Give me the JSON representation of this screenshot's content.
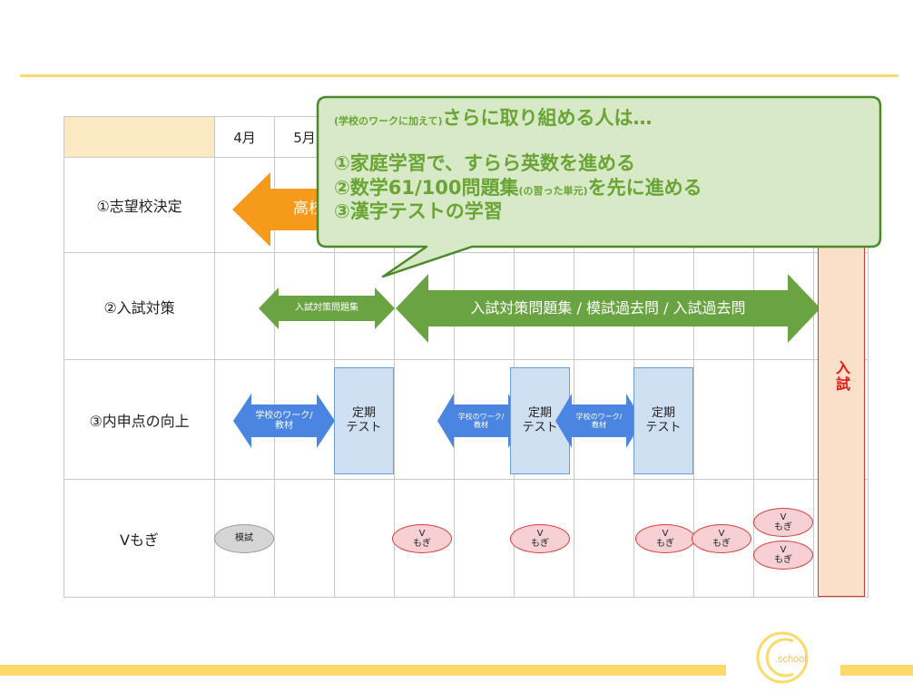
{
  "table": {
    "months": [
      "4月",
      "5月",
      "",
      "",
      "",
      "",
      "",
      "",
      "",
      "",
      ""
    ],
    "rows": [
      {
        "label": "①志望校決定"
      },
      {
        "label": "②入試対策"
      },
      {
        "label": "③内申点の向上"
      },
      {
        "label": "Vもぎ"
      }
    ]
  },
  "arrows": {
    "koukou": "高校",
    "nyushi_small": "入試対策問題集",
    "nyushi_big": "入試対策問題集 / 模試過去問 / 入試過去問",
    "work1": "学校のワーク/\n教材",
    "work2": "学校のワーク/\n教材",
    "work3": "学校のワーク/\n教材"
  },
  "tests": [
    "定期\nテスト",
    "定期\nテスト",
    "定期\nテスト"
  ],
  "mogi": {
    "gray": "模試",
    "red": "V\nもぎ"
  },
  "exam_label": "入試",
  "callout": {
    "line1_small": "(学校のワークに加えて)",
    "line1": "さらに取り組める人は…",
    "item1": "①家庭学習で、すらら英数を進める",
    "item2_a": "②数学61/100問題集",
    "item2_small": "(の習った単元)",
    "item2_b": "を先に進める",
    "item3": "③漢字テストの学習"
  },
  "logo_text": ".school",
  "colors": {
    "accent_yellow": "#fbd96a",
    "orange": "#f59a1b",
    "green": "#6aa442",
    "blue": "#4a85e1",
    "callout_fill": "#d7e9c6",
    "callout_border": "#4a8a2a",
    "exam_red": "#e11b1b"
  }
}
